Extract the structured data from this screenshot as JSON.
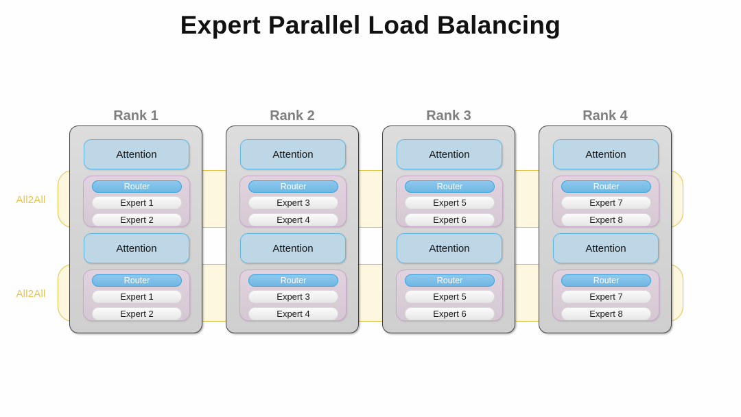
{
  "slide": {
    "title": "Expert Parallel Load Balancing",
    "background_color": "#fefefe",
    "title_color": "#111111"
  },
  "colors": {
    "all2all_band_fill": "#f8e796",
    "all2all_band_border": "#e3bf46",
    "all2all_label": "#e8c44a",
    "rank_header": "#7f7f7f",
    "rank_container_fill": "#d6d6d6",
    "rank_container_border": "#3f3f3f",
    "attention_fill": "#bdd7e7",
    "attention_border": "#5bb8e8",
    "moe_fill": "#ddd0da",
    "moe_border": "#c9a6c9",
    "router_fill": "#6fb8e4",
    "router_border": "#39a3dd",
    "router_text": "#ffffff",
    "expert_fill": "#f1f1f1",
    "expert_text": "#171717"
  },
  "all2all_bands": [
    {
      "label": "All2All"
    },
    {
      "label": "All2All"
    }
  ],
  "ranks": [
    {
      "header": "Rank 1",
      "layers": [
        {
          "attention": "Attention",
          "router": "Router",
          "experts": [
            "Expert 1",
            "Expert 2"
          ]
        },
        {
          "attention": "Attention",
          "router": "Router",
          "experts": [
            "Expert 1",
            "Expert 2"
          ]
        }
      ]
    },
    {
      "header": "Rank 2",
      "layers": [
        {
          "attention": "Attention",
          "router": "Router",
          "experts": [
            "Expert 3",
            "Expert 4"
          ]
        },
        {
          "attention": "Attention",
          "router": "Router",
          "experts": [
            "Expert 3",
            "Expert 4"
          ]
        }
      ]
    },
    {
      "header": "Rank 3",
      "layers": [
        {
          "attention": "Attention",
          "router": "Router",
          "experts": [
            "Expert 5",
            "Expert 6"
          ]
        },
        {
          "attention": "Attention",
          "router": "Router",
          "experts": [
            "Expert 5",
            "Expert 6"
          ]
        }
      ]
    },
    {
      "header": "Rank 4",
      "layers": [
        {
          "attention": "Attention",
          "router": "Router",
          "experts": [
            "Expert 7",
            "Expert 8"
          ]
        },
        {
          "attention": "Attention",
          "router": "Router",
          "experts": [
            "Expert 7",
            "Expert 8"
          ]
        }
      ]
    }
  ]
}
